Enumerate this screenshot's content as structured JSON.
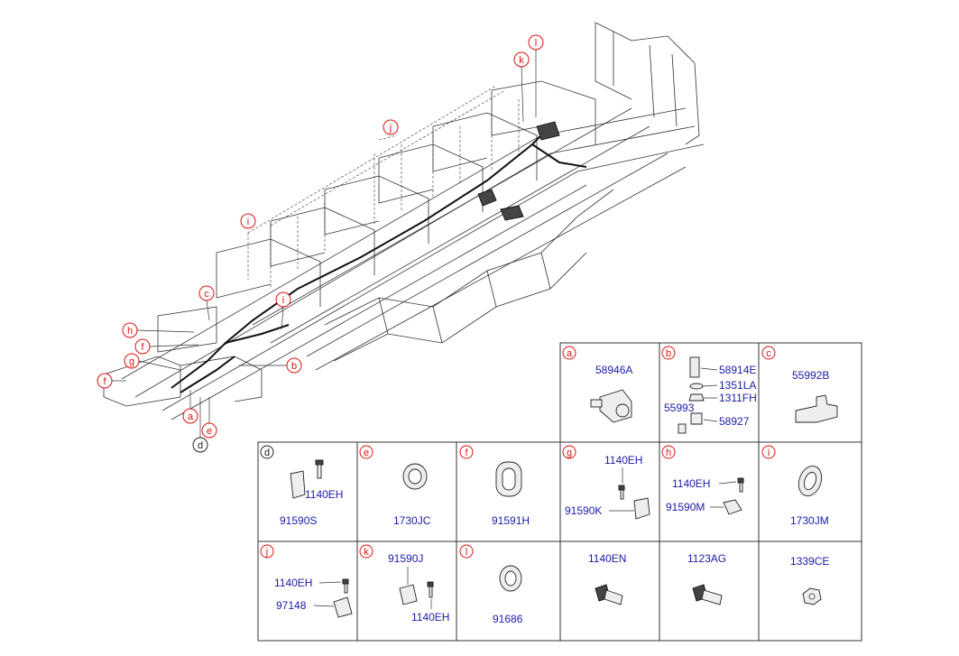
{
  "callouts": {
    "a": "a",
    "b": "b",
    "c": "c",
    "d": "d",
    "e": "e",
    "f": "f",
    "g": "g",
    "h": "h",
    "i": "i",
    "j": "j",
    "k": "k",
    "l": "l"
  },
  "cells": {
    "a": {
      "letter": "a",
      "parts": [
        "58946A"
      ]
    },
    "b": {
      "letter": "b",
      "parts": [
        "58914E",
        "1351LA",
        "1311FH",
        "55993",
        "58927"
      ]
    },
    "c": {
      "letter": "c",
      "parts": [
        "55992B"
      ]
    },
    "d": {
      "letter": "d",
      "parts": [
        "1140EH",
        "91590S"
      ]
    },
    "e": {
      "letter": "e",
      "parts": [
        "1730JC"
      ]
    },
    "f": {
      "letter": "f",
      "parts": [
        "91591H"
      ]
    },
    "g": {
      "letter": "g",
      "parts": [
        "1140EH",
        "91590K"
      ]
    },
    "h": {
      "letter": "h",
      "parts": [
        "1140EH",
        "91590M"
      ]
    },
    "i": {
      "letter": "i",
      "parts": [
        "1730JM"
      ]
    },
    "j": {
      "letter": "j",
      "parts": [
        "1140EH",
        "97148"
      ]
    },
    "k": {
      "letter": "k",
      "parts": [
        "91590J",
        "1140EH"
      ]
    },
    "l": {
      "letter": "l",
      "parts": [
        "91686"
      ]
    },
    "m": {
      "parts": [
        "1140EN"
      ]
    },
    "n": {
      "parts": [
        "1123AG"
      ]
    },
    "o": {
      "parts": [
        "1339CE"
      ]
    }
  }
}
